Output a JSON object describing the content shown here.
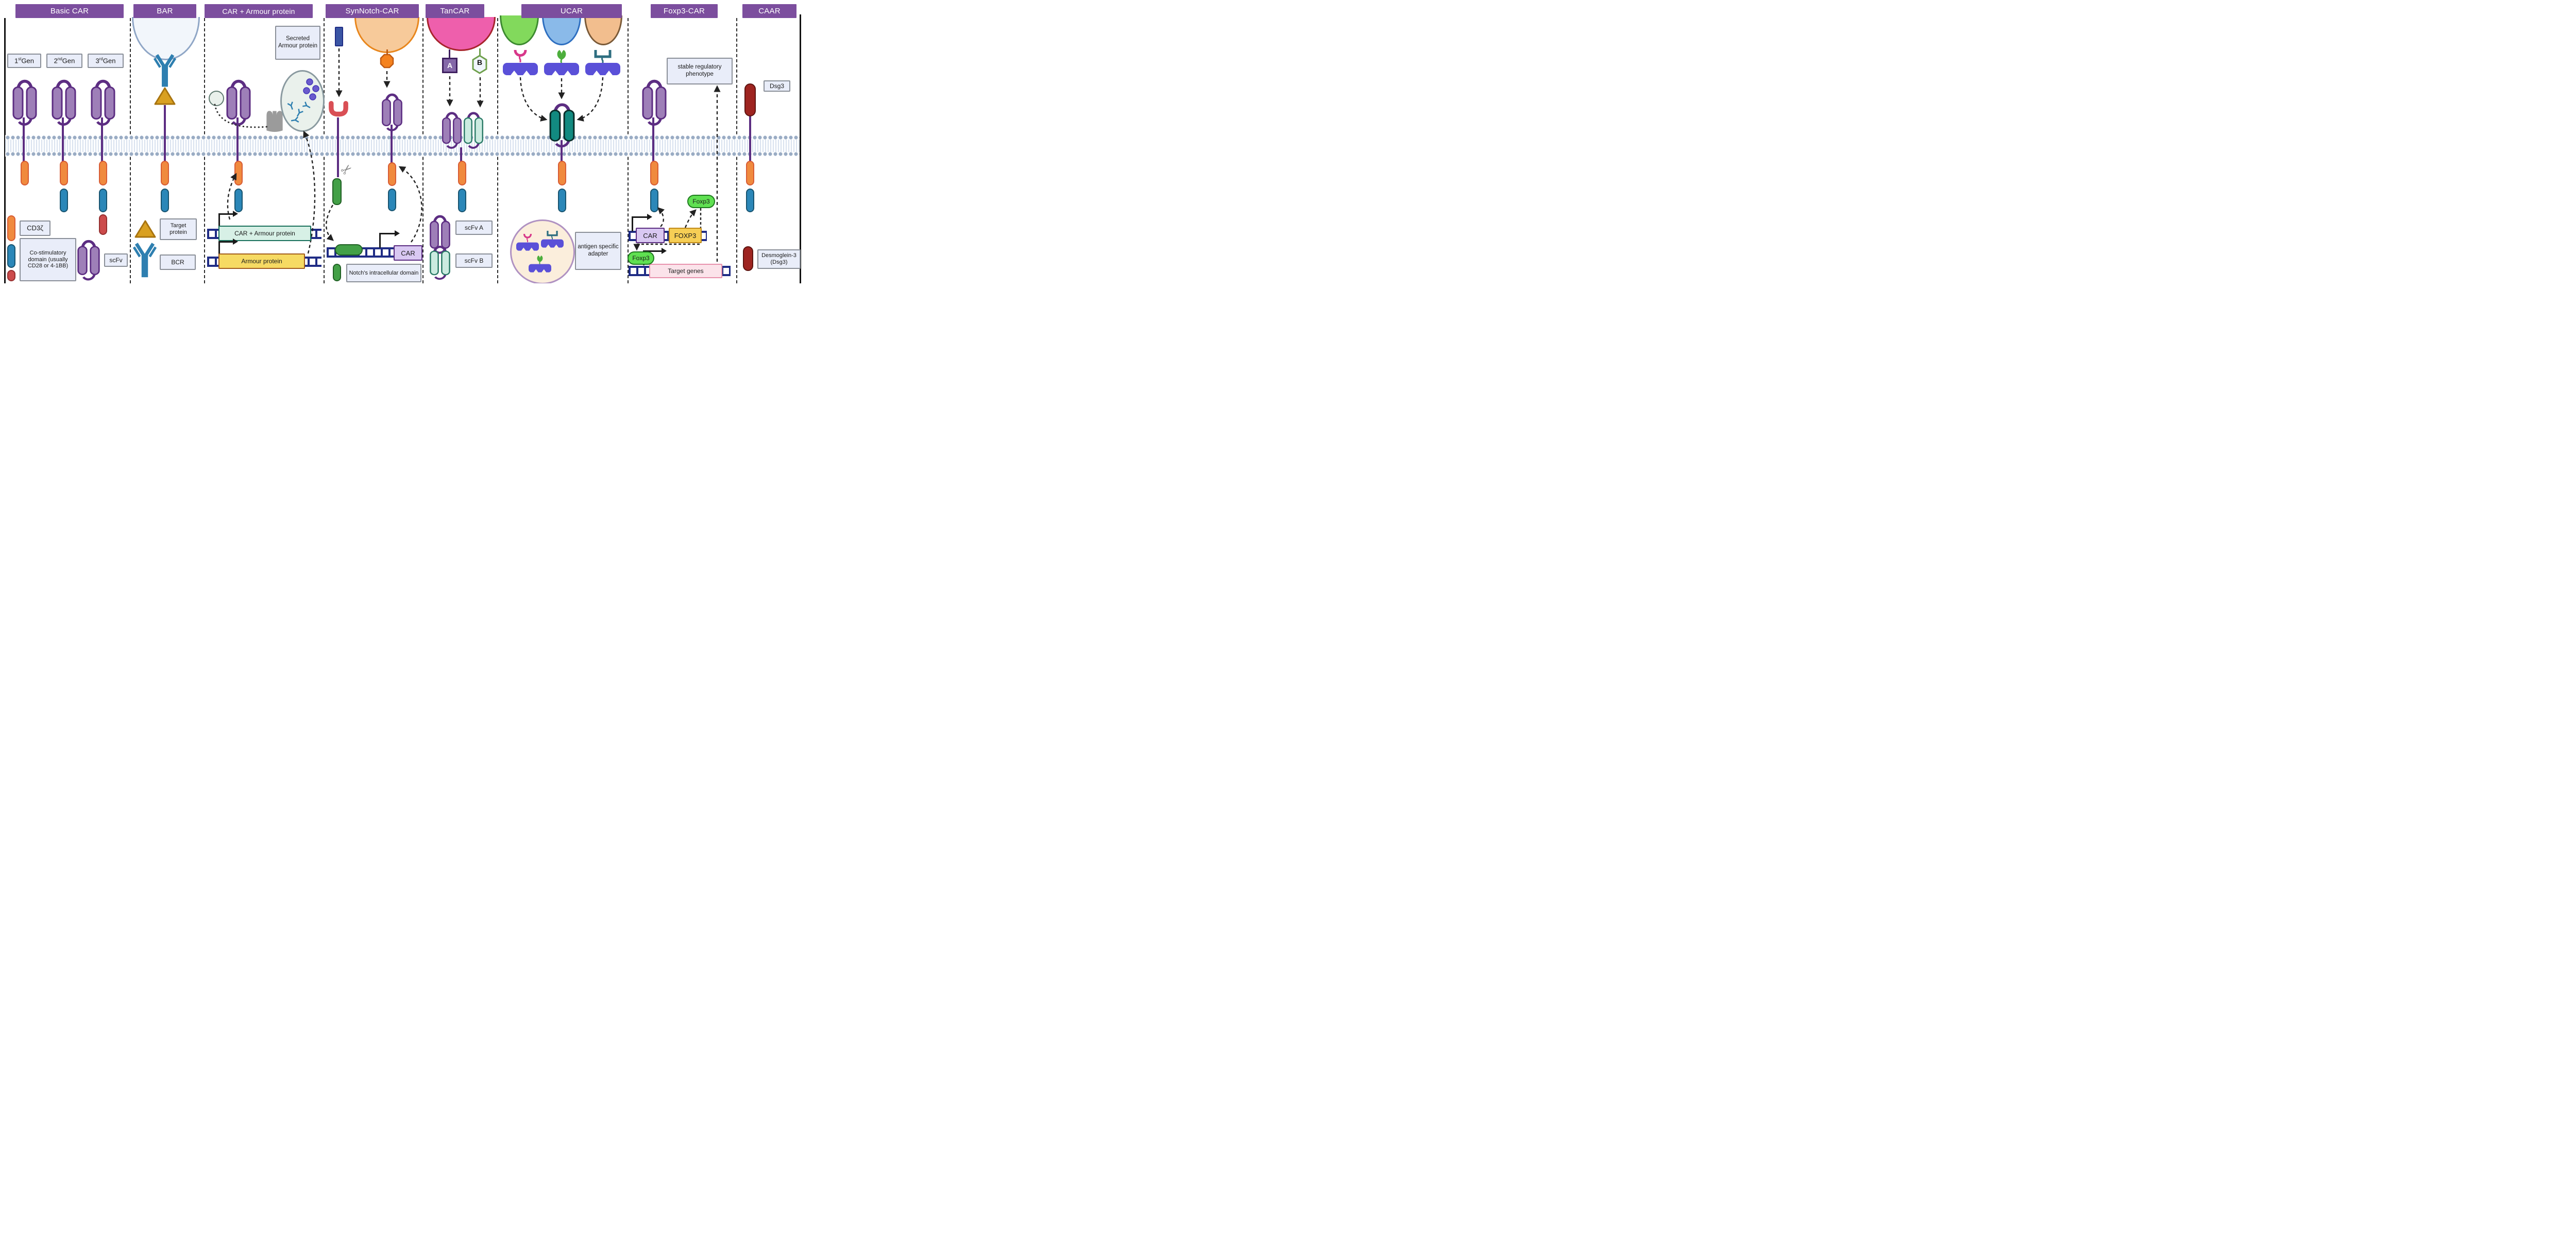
{
  "colors": {
    "header_purple": "#7C4E9E",
    "label_box_bg": "#E9EDF9",
    "label_box_border": "#8A8F98",
    "scfv_purple_fill": "#9E7FB8",
    "scfv_purple_stroke": "#5C2D82",
    "stalk_purple": "#5C2D82",
    "cd3z_orange": "#F08A3E",
    "cd3z_orange_stroke": "#D85C34",
    "costim_blue": "#2B87B8",
    "costim_blue_stroke": "#17536F",
    "costim_red": "#CC4B4B",
    "costim_red_stroke": "#952F2F",
    "notch_green": "#43A047",
    "notch_green_stroke": "#206024",
    "dark_red": "#9E2420",
    "dark_red_stroke": "#5E1410",
    "dna_navy": "#1F2C85",
    "mint_bg": "#D7F0E6",
    "mint_border": "#19705B",
    "yellow_bg": "#F6DA63",
    "yellow_border": "#A35E1C",
    "lavender_bg": "#D9C8F2",
    "lavender_border": "#5C2D82",
    "gold_bg": "#F6CE55",
    "gold_border": "#C08A18",
    "pink_bg": "#FBE3EA",
    "pink_border": "#E791AC",
    "foxp3_green": "#5FE051",
    "foxp3_green_stroke": "#1F7A1F",
    "membrane_dot": "#9AACC4",
    "membrane_tail": "#D9E2EF",
    "bar_cell_fill": "#F2F6FB",
    "bar_cell_stroke": "#8FA6C6",
    "gold_triangle": "#D9A021",
    "gold_triangle_stroke": "#A87410",
    "bcr_blue": "#2E7FB0",
    "gray_receptor": "#9B9B9B",
    "secreted_fill": "#EAF1EC",
    "secreted_stroke": "#8A9AA0",
    "purple_dot": "#6A5ACD",
    "synnotch_cell_fill": "#F7CA9A",
    "synnotch_cell_stroke": "#E8861C",
    "octagon_orange": "#F5821E",
    "octagon_stroke": "#C05A12",
    "antigen_blue": "#3A55A4",
    "antigen_blue_stroke": "#1F2C85",
    "red_u": "#D94F55",
    "tancar_cell_fill": "#EE5FAC",
    "tancar_cell_stroke": "#A8242C",
    "antigen_a_bg": "#8468A8",
    "antigen_a_border": "#3F2060",
    "antigen_b_bg": "#F0F6FC",
    "antigen_b_border": "#6FA04C",
    "teal_scfv_fill": "#CBEBE0",
    "teal_scfv_stroke": "#2A7A66",
    "ucar_green": "#82D95C",
    "ucar_green_stroke": "#3C8A30",
    "ucar_blue": "#8ABAE9",
    "ucar_blue_stroke": "#2E6FC0",
    "ucar_orange": "#F2BE8E",
    "ucar_orange_stroke": "#7A5A38",
    "adapter_indigo": "#5A50D8",
    "adapter_pink": "#D8388A",
    "adapter_green": "#4CAE3C",
    "adapter_teal": "#2E6E80",
    "ucar_scfv_fill": "#128A80",
    "ucar_scfv_stroke": "#0A2E2A",
    "peach_fill": "#FBEEDC",
    "peach_stroke": "#B092C2",
    "connector": "#222222"
  },
  "panels": {
    "basic_car": {
      "title": "Basic CAR",
      "gens": [
        {
          "n": "1",
          "sup": "st",
          "word": "Gen"
        },
        {
          "n": "2",
          "sup": "nd",
          "word": "Gen"
        },
        {
          "n": "3",
          "sup": "rd",
          "word": "Gen"
        }
      ],
      "cd3z_label": "CD3ζ",
      "costim_label": "Co-stimulatory domain (usually CD28 or 4-1BB)",
      "scfv_label": "scFv"
    },
    "bar": {
      "title": "BAR",
      "target_protein_label": "Target protein",
      "bcr_label": "BCR"
    },
    "car_armour": {
      "title": "CAR + Armour protein",
      "secreted_label": "Secreted Armour protein",
      "construct_car_armour": "CAR + Armour protein",
      "construct_armour": "Armour protein"
    },
    "synnotch": {
      "title": "SynNotch-CAR",
      "car_gene_label": "CAR",
      "notch_label": "Notch's intracellular domain"
    },
    "tancar": {
      "title": "TanCAR",
      "antigen_a": "A",
      "antigen_b": "B",
      "scfv_a_label": "scFv A",
      "scfv_b_label": "scFv B"
    },
    "ucar": {
      "title": "UCAR",
      "adapter_label": "antigen specific adapter"
    },
    "foxp3_car": {
      "title": "Foxp3-CAR",
      "phenotype_label": "stable regulatory phenotype",
      "car_gene_label": "CAR",
      "foxp3_gene_label": "FOXP3",
      "foxp3_protein_label": "Foxp3",
      "foxp3_protein_label2": "Foxp3",
      "target_genes_label": "Target genes"
    },
    "caar": {
      "title": "CAAR",
      "dsg3_label": "Dsg3",
      "desmoglein_label": "Desmoglein-3 (Dsg3)"
    }
  }
}
